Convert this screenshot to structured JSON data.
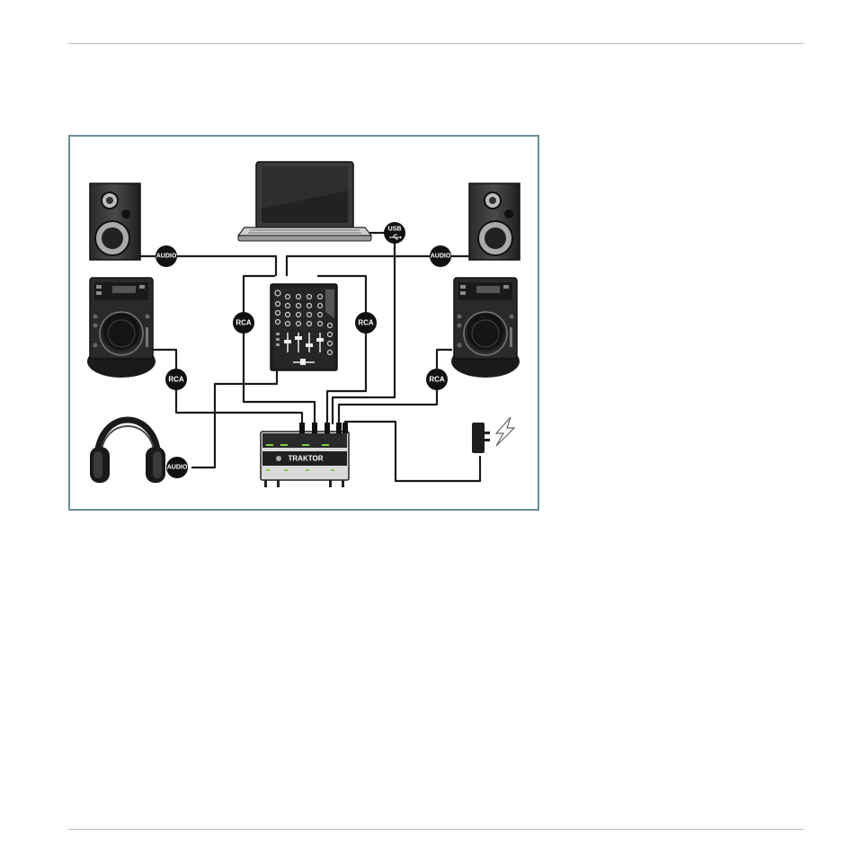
{
  "diagram": {
    "labels": {
      "audio_left": "AUDIO",
      "audio_right": "AUDIO",
      "audio_headphones": "AUDIO",
      "usb": "USB",
      "rca_mixer_left": "RCA",
      "rca_mixer_right": "RCA",
      "rca_deck_left": "RCA",
      "rca_deck_right": "RCA"
    },
    "interface_brand": "TRAKTOR"
  },
  "colors": {
    "frame_border": "#6a8f9a",
    "rule": "#b9b9b9",
    "cable": "#1a1a1a",
    "device_dark": "#1d1d1d",
    "led_green": "#7dcf3c"
  },
  "icons": [
    "usb-trident-icon",
    "lightning-bolt-icon"
  ]
}
